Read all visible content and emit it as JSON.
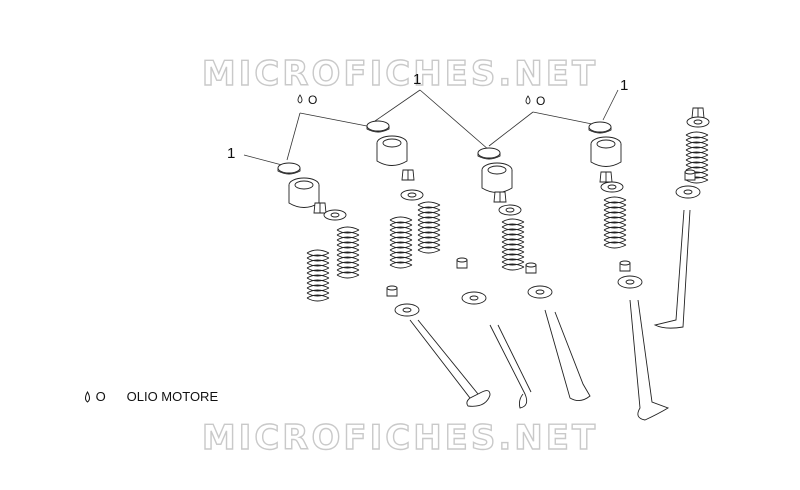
{
  "watermark": "MICROFICHES.NET",
  "callouts": [
    "1",
    "1",
    "1"
  ],
  "oil_marks": [
    "O",
    "O"
  ],
  "legend": {
    "symbol": "O",
    "label": "OLIO MOTORE"
  }
}
